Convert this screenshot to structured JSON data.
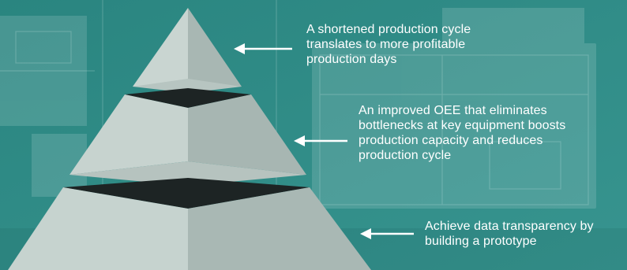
{
  "colors": {
    "background": "#2e8c88",
    "pyramid_light": "#c7d4d0",
    "pyramid_shade": "#a9b8b4",
    "separator": "#1c2222",
    "text": "#ffffff"
  },
  "levels": [
    {
      "name": "top",
      "caption": [
        "A shortened production cycle",
        "translates to more profitable",
        "production days"
      ]
    },
    {
      "name": "middle",
      "caption": [
        "An improved OEE that eliminates",
        "bottlenecks at key equipment boosts",
        "production capacity and reduces",
        "production cycle"
      ]
    },
    {
      "name": "bottom",
      "caption": [
        "Achieve data transparency by",
        "building a prototype"
      ]
    }
  ]
}
